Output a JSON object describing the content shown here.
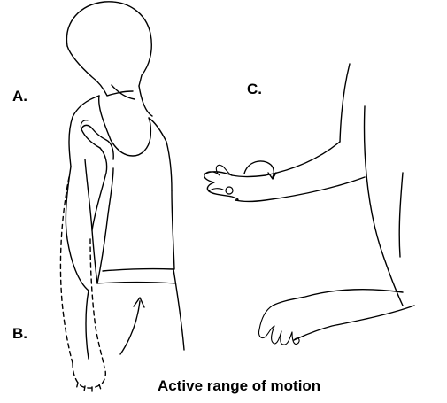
{
  "labels": {
    "a": "A.",
    "b": "B.",
    "c": "C."
  },
  "caption": "Active range of motion"
}
